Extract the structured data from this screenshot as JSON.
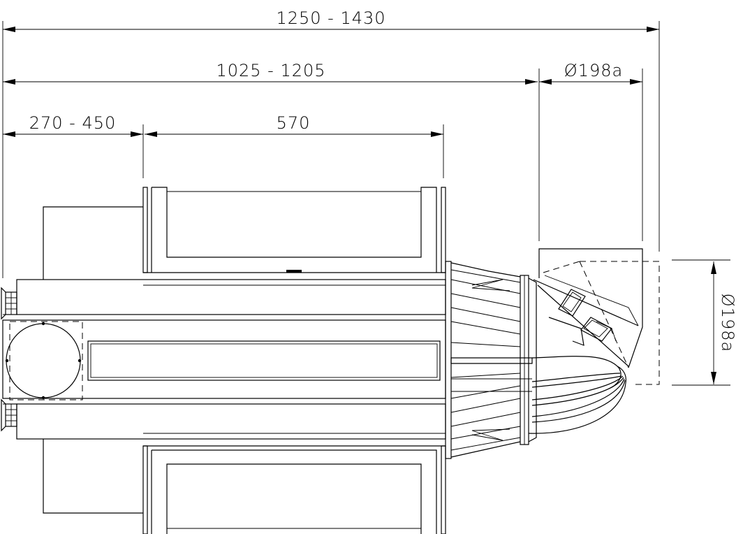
{
  "dimensions": {
    "overall_length": "1250 - 1430",
    "length_to_flange": "1025 - 1205",
    "diameter_top": "Ø198a",
    "motor_offset": "270 - 450",
    "frame_length": "570",
    "diameter_side": "Ø198a"
  }
}
